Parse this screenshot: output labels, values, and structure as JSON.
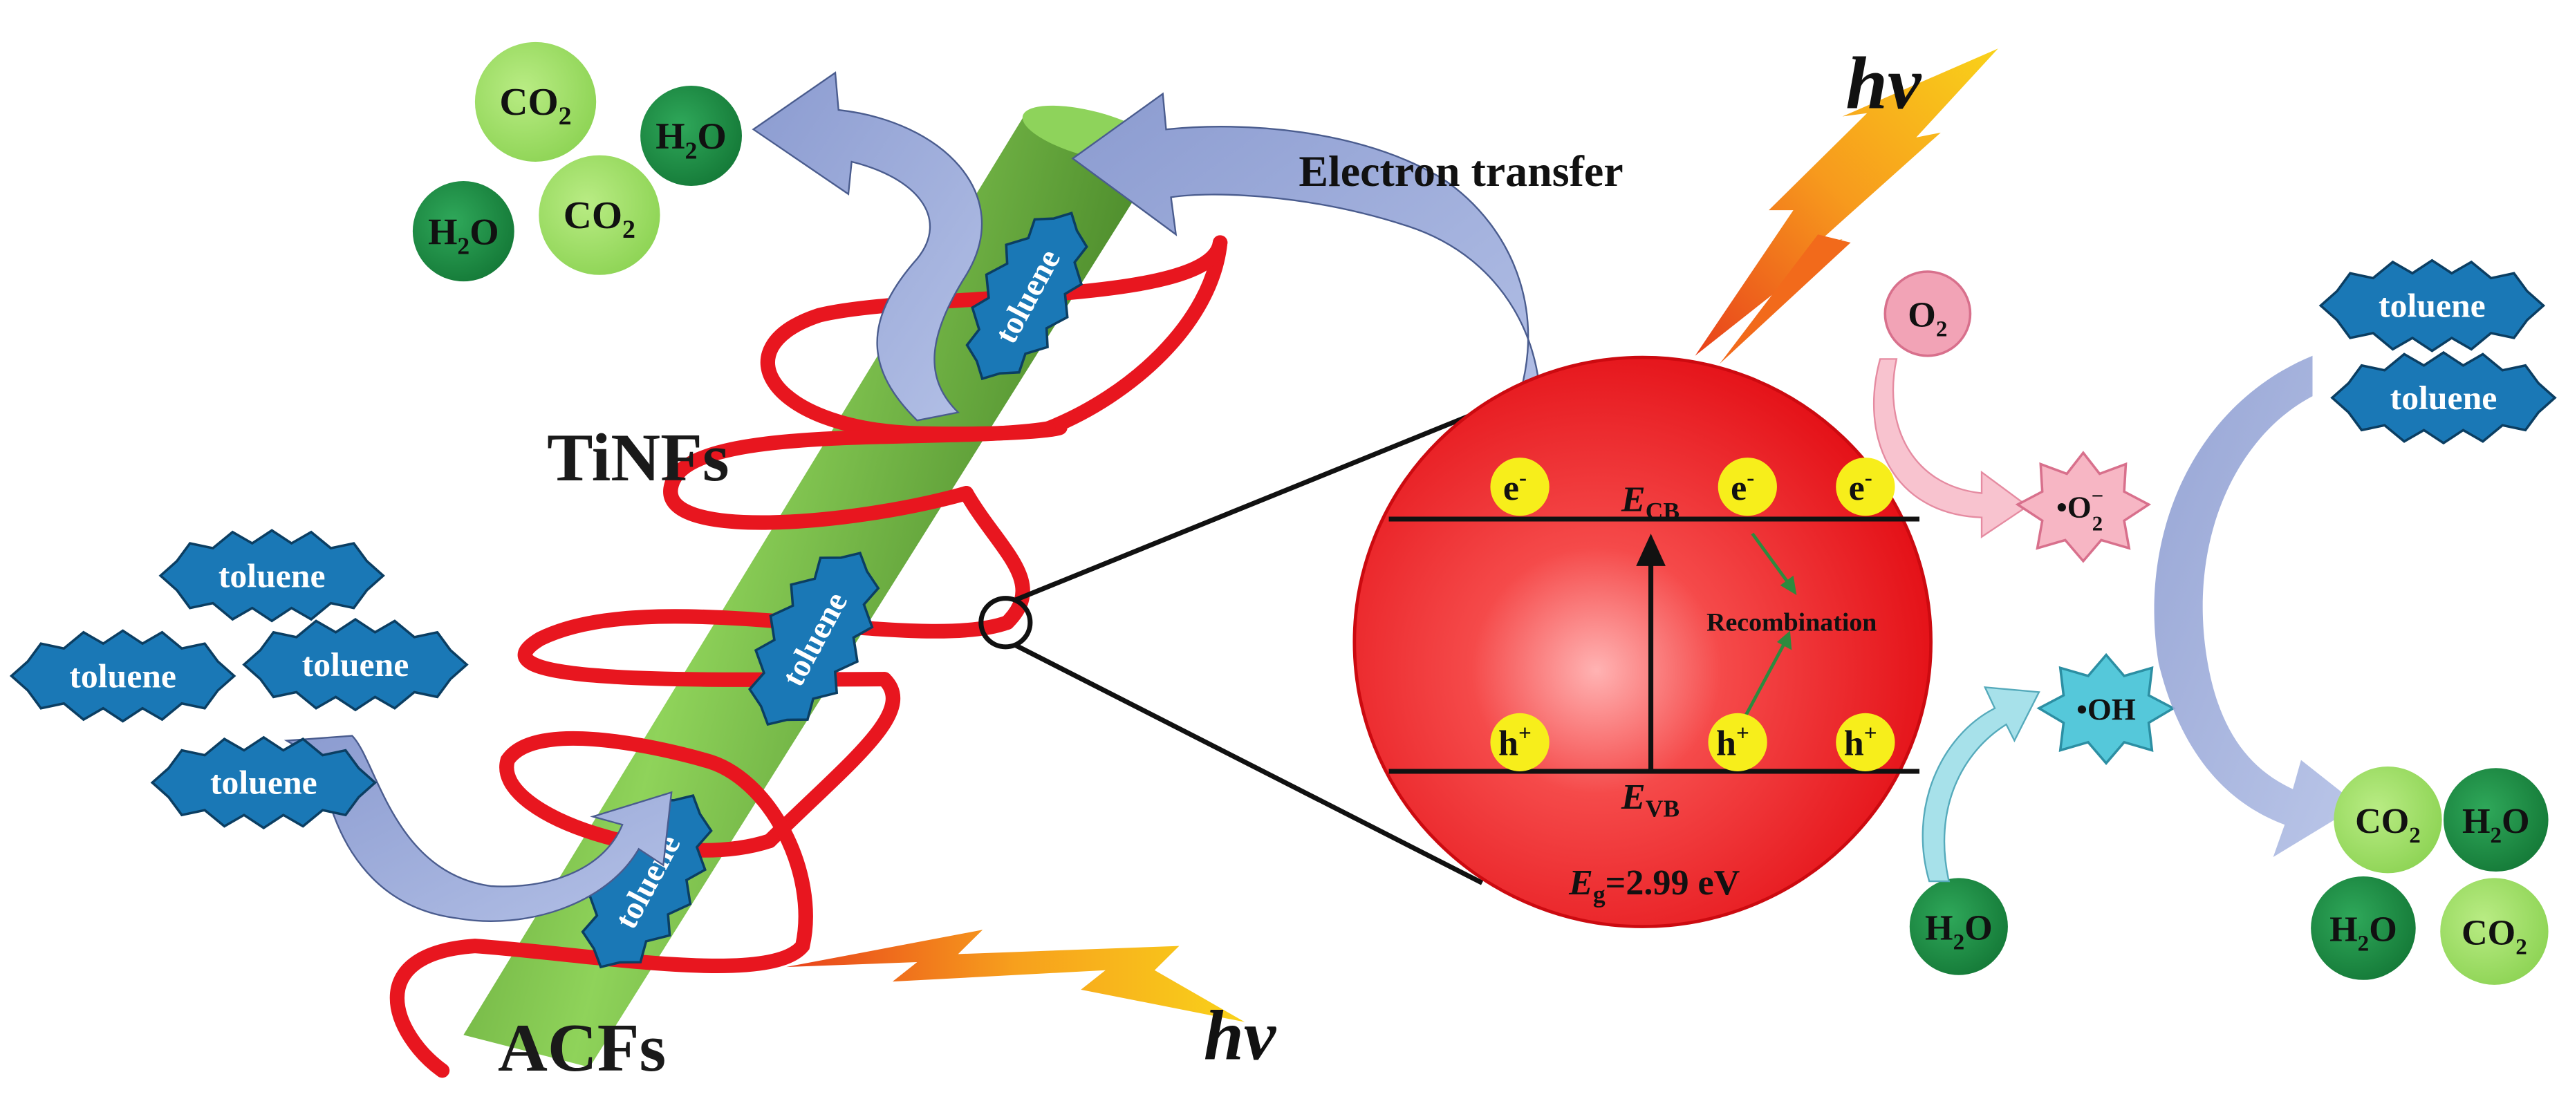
{
  "labels": {
    "tinfs": "TiNFs",
    "acfs": "ACFs",
    "electron_transfer": "Electron transfer",
    "hv_top": "hv",
    "hv_bottom": "hv",
    "recombination": "Recombination",
    "bandgap": "=2.99 eV",
    "e_cb_sub": "CB",
    "e_vb_sub": "VB",
    "e_letter": "E",
    "g_sub": "g"
  },
  "pollutant": "toluene",
  "molecules": {
    "co2": "CO",
    "h2o_h": "H",
    "h2o_o": "O",
    "sub2": "2",
    "o2": "O"
  },
  "carriers": {
    "electron": "e",
    "electron_sup": "-",
    "hole": "h",
    "hole_sup": "+"
  },
  "radicals": {
    "superoxide": "•O",
    "superoxide_sup": "−",
    "superoxide_sub": "2",
    "hydroxyl": "•OH"
  },
  "colors": {
    "sphere": "#e8121b",
    "rod": "#6cb33e",
    "helix": "#e8161f",
    "toluene_badge": "#1a78b6",
    "co2": "#9ddc63",
    "h2o": "#1e8a44",
    "arrow_blue": "#9aaad6",
    "carrier_yellow": "#f7ee1b",
    "o2_pink": "#f2a3b6",
    "oh_cyan": "#55c8da"
  }
}
